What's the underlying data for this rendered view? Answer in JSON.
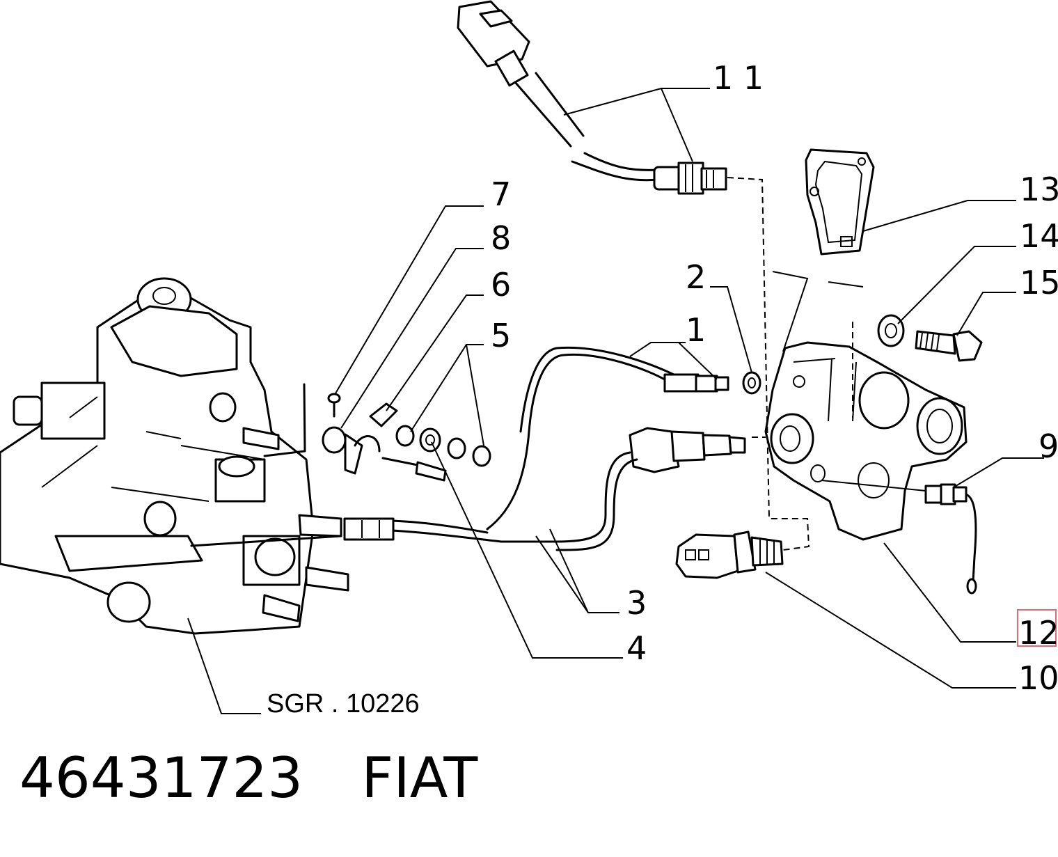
{
  "callouts": {
    "c1": "1",
    "c2": "2",
    "c3": "3",
    "c4": "4",
    "c5": "5",
    "c6": "6",
    "c7": "7",
    "c8": "8",
    "c9": "9",
    "c10": "10",
    "c11": "1 1",
    "c12": "12",
    "c13": "13",
    "c14": "14",
    "c15": "15"
  },
  "reference": "SGR . 10226",
  "part_number": "46431723",
  "brand": "FIAT",
  "highlighted_callout": "12",
  "colors": {
    "ink": "#000000",
    "highlight": "#e36b6b",
    "background": "#ffffff"
  }
}
